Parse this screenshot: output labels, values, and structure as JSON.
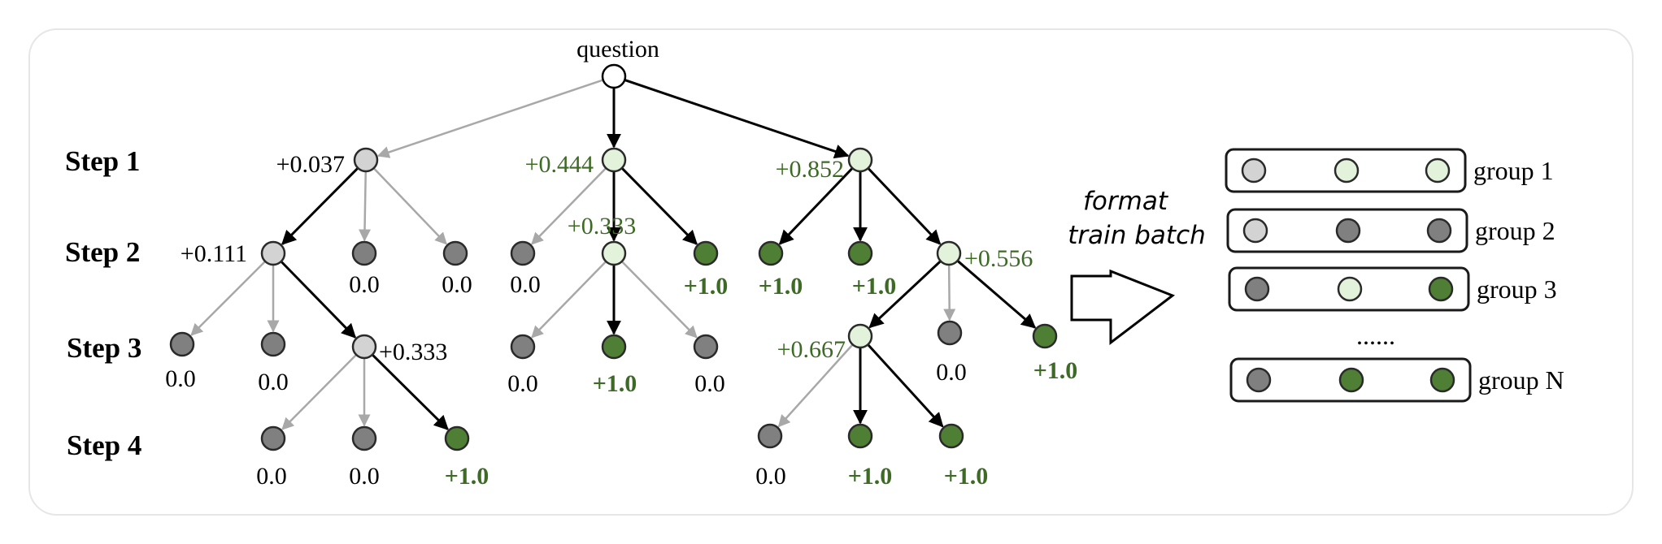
{
  "colors": {
    "light_gray": "#d3d3d3",
    "dark_gray": "#808080",
    "light_green": "#e3f2da",
    "dark_green": "#4f7f34",
    "green_text": "#3d6a25",
    "gray_edge": "#a8a8a8",
    "black_edge": "#000000",
    "white": "#ffffff"
  },
  "steps": [
    {
      "id": "s1",
      "label": "Step 1"
    },
    {
      "id": "s2",
      "label": "Step 2"
    },
    {
      "id": "s3",
      "label": "Step 3"
    },
    {
      "id": "s4",
      "label": "Step 4"
    }
  ],
  "tree": {
    "nodes": [
      {
        "id": "root",
        "type": "white",
        "label": "question"
      },
      {
        "id": "a",
        "type": "light_gray",
        "value": "+0.037"
      },
      {
        "id": "b",
        "type": "light_green",
        "value": "+0.444"
      },
      {
        "id": "c",
        "type": "light_green",
        "value": "+0.852"
      },
      {
        "id": "a1",
        "type": "light_gray",
        "value": "+0.111"
      },
      {
        "id": "a2",
        "type": "dark_gray",
        "value": "0.0"
      },
      {
        "id": "a3",
        "type": "dark_gray",
        "value": "0.0"
      },
      {
        "id": "b1",
        "type": "dark_gray",
        "value": "0.0"
      },
      {
        "id": "b2",
        "type": "light_green",
        "value": "+0.333"
      },
      {
        "id": "b3",
        "type": "dark_green",
        "value": "+1.0"
      },
      {
        "id": "c1",
        "type": "dark_green",
        "value": "+1.0"
      },
      {
        "id": "c2",
        "type": "dark_green",
        "value": "+1.0"
      },
      {
        "id": "c3",
        "type": "light_green",
        "value": "+0.556"
      },
      {
        "id": "a1x",
        "type": "dark_gray",
        "value": "0.0"
      },
      {
        "id": "a1y",
        "type": "dark_gray",
        "value": "0.0"
      },
      {
        "id": "a1z",
        "type": "light_gray",
        "value": "+0.333"
      },
      {
        "id": "b2x",
        "type": "dark_gray",
        "value": "0.0"
      },
      {
        "id": "b2y",
        "type": "dark_green",
        "value": "+1.0"
      },
      {
        "id": "b2z",
        "type": "dark_gray",
        "value": "0.0"
      },
      {
        "id": "c3x",
        "type": "light_green",
        "value": "+0.667"
      },
      {
        "id": "c3y",
        "type": "dark_gray",
        "value": "0.0"
      },
      {
        "id": "c3z",
        "type": "dark_green",
        "value": "+1.0"
      },
      {
        "id": "a1zx",
        "type": "dark_gray",
        "value": "0.0"
      },
      {
        "id": "a1zy",
        "type": "dark_gray",
        "value": "0.0"
      },
      {
        "id": "a1zz",
        "type": "dark_green",
        "value": "+1.0"
      },
      {
        "id": "c3xx",
        "type": "dark_gray",
        "value": "0.0"
      },
      {
        "id": "c3xy",
        "type": "dark_green",
        "value": "+1.0"
      },
      {
        "id": "c3xz",
        "type": "dark_green",
        "value": "+1.0"
      }
    ],
    "edges": [
      {
        "from": "root",
        "to": "a",
        "style": "gray"
      },
      {
        "from": "root",
        "to": "b",
        "style": "black"
      },
      {
        "from": "root",
        "to": "c",
        "style": "black"
      },
      {
        "from": "a",
        "to": "a1",
        "style": "black"
      },
      {
        "from": "a",
        "to": "a2",
        "style": "gray"
      },
      {
        "from": "a",
        "to": "a3",
        "style": "gray"
      },
      {
        "from": "b",
        "to": "b1",
        "style": "gray"
      },
      {
        "from": "b",
        "to": "b2",
        "style": "black"
      },
      {
        "from": "b",
        "to": "b3",
        "style": "black"
      },
      {
        "from": "c",
        "to": "c1",
        "style": "black"
      },
      {
        "from": "c",
        "to": "c2",
        "style": "black"
      },
      {
        "from": "c",
        "to": "c3",
        "style": "black"
      },
      {
        "from": "a1",
        "to": "a1x",
        "style": "gray"
      },
      {
        "from": "a1",
        "to": "a1y",
        "style": "gray"
      },
      {
        "from": "a1",
        "to": "a1z",
        "style": "black"
      },
      {
        "from": "b2",
        "to": "b2x",
        "style": "gray"
      },
      {
        "from": "b2",
        "to": "b2y",
        "style": "black"
      },
      {
        "from": "b2",
        "to": "b2z",
        "style": "gray"
      },
      {
        "from": "c3",
        "to": "c3x",
        "style": "black"
      },
      {
        "from": "c3",
        "to": "c3y",
        "style": "gray"
      },
      {
        "from": "c3",
        "to": "c3z",
        "style": "black"
      },
      {
        "from": "a1z",
        "to": "a1zx",
        "style": "gray"
      },
      {
        "from": "a1z",
        "to": "a1zy",
        "style": "gray"
      },
      {
        "from": "a1z",
        "to": "a1zz",
        "style": "black"
      },
      {
        "from": "c3x",
        "to": "c3xx",
        "style": "gray"
      },
      {
        "from": "c3x",
        "to": "c3xy",
        "style": "black"
      },
      {
        "from": "c3x",
        "to": "c3xz",
        "style": "black"
      }
    ]
  },
  "format": {
    "line1": "format",
    "line2": "train batch"
  },
  "groups": [
    {
      "id": "g1",
      "label": "group 1",
      "dots": [
        "light_gray",
        "light_green",
        "light_green"
      ]
    },
    {
      "id": "g2",
      "label": "group 2",
      "dots": [
        "light_gray",
        "dark_gray",
        "dark_gray"
      ]
    },
    {
      "id": "g3",
      "label": "group 3",
      "dots": [
        "dark_gray",
        "light_green",
        "dark_green"
      ]
    },
    {
      "id": "gN",
      "label": "group N",
      "dots": [
        "dark_gray",
        "dark_green",
        "dark_green"
      ]
    }
  ],
  "ellipsis": "......"
}
